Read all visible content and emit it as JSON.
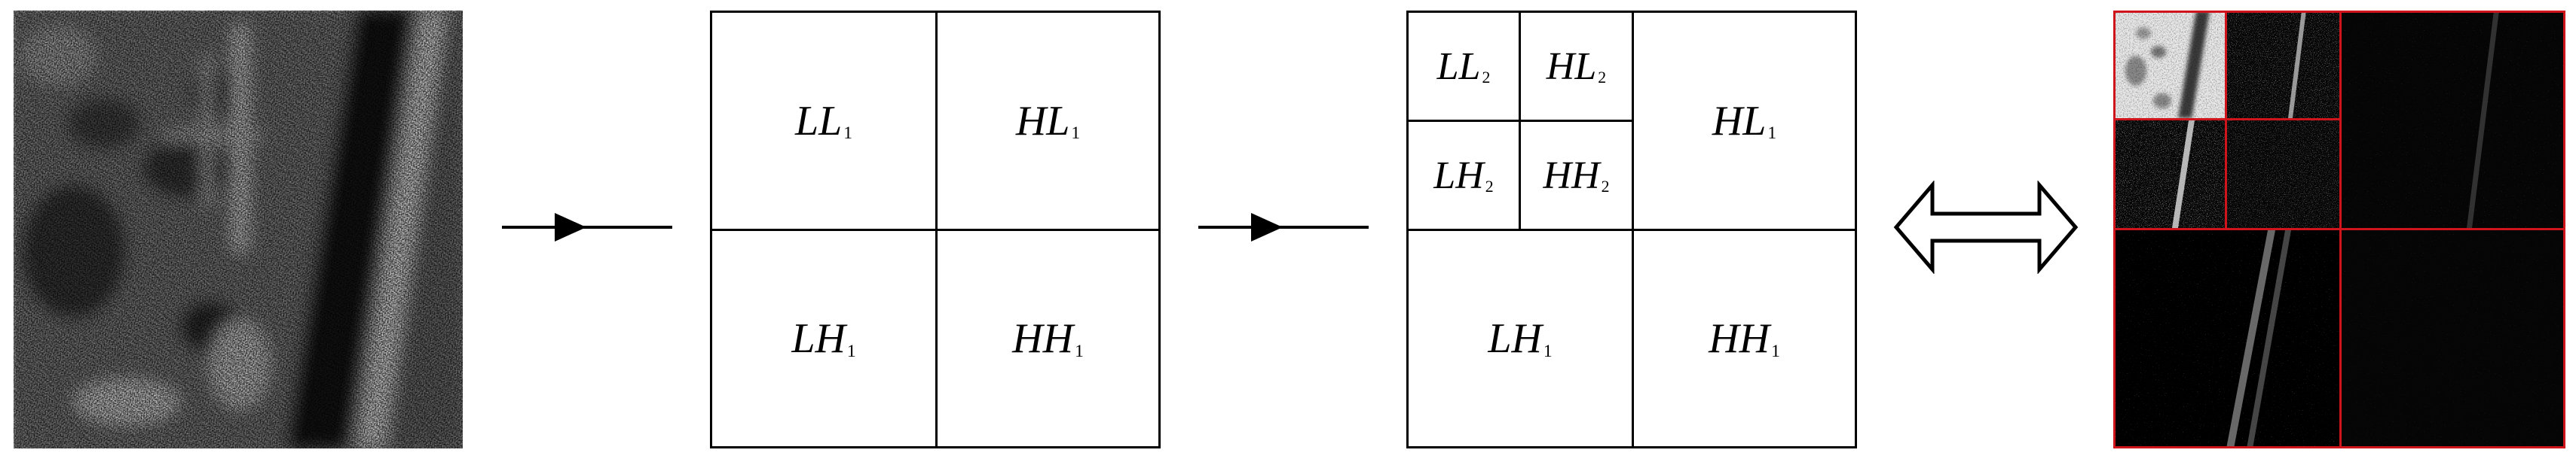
{
  "level1_panel": {
    "ll": {
      "base": "LL",
      "sub": "1"
    },
    "hl": {
      "base": "HL",
      "sub": "1"
    },
    "lh": {
      "base": "LH",
      "sub": "1"
    },
    "hh": {
      "base": "HH",
      "sub": "1"
    }
  },
  "level2_panel": {
    "ll2": {
      "base": "LL",
      "sub": "2"
    },
    "hl2": {
      "base": "HL",
      "sub": "2"
    },
    "lh2": {
      "base": "LH",
      "sub": "2"
    },
    "hh2": {
      "base": "HH",
      "sub": "2"
    },
    "hl1": {
      "base": "HL",
      "sub": "1"
    },
    "lh1": {
      "base": "LH",
      "sub": "1"
    },
    "hh1": {
      "base": "HH",
      "sub": "1"
    }
  },
  "colors": {
    "line": "#000000",
    "coef_border": "#d0141c",
    "background": "#ffffff"
  },
  "icons": {
    "arrow1": "right-arrow-icon",
    "arrow2": "right-arrow-icon",
    "equivalence": "double-arrow-icon"
  }
}
